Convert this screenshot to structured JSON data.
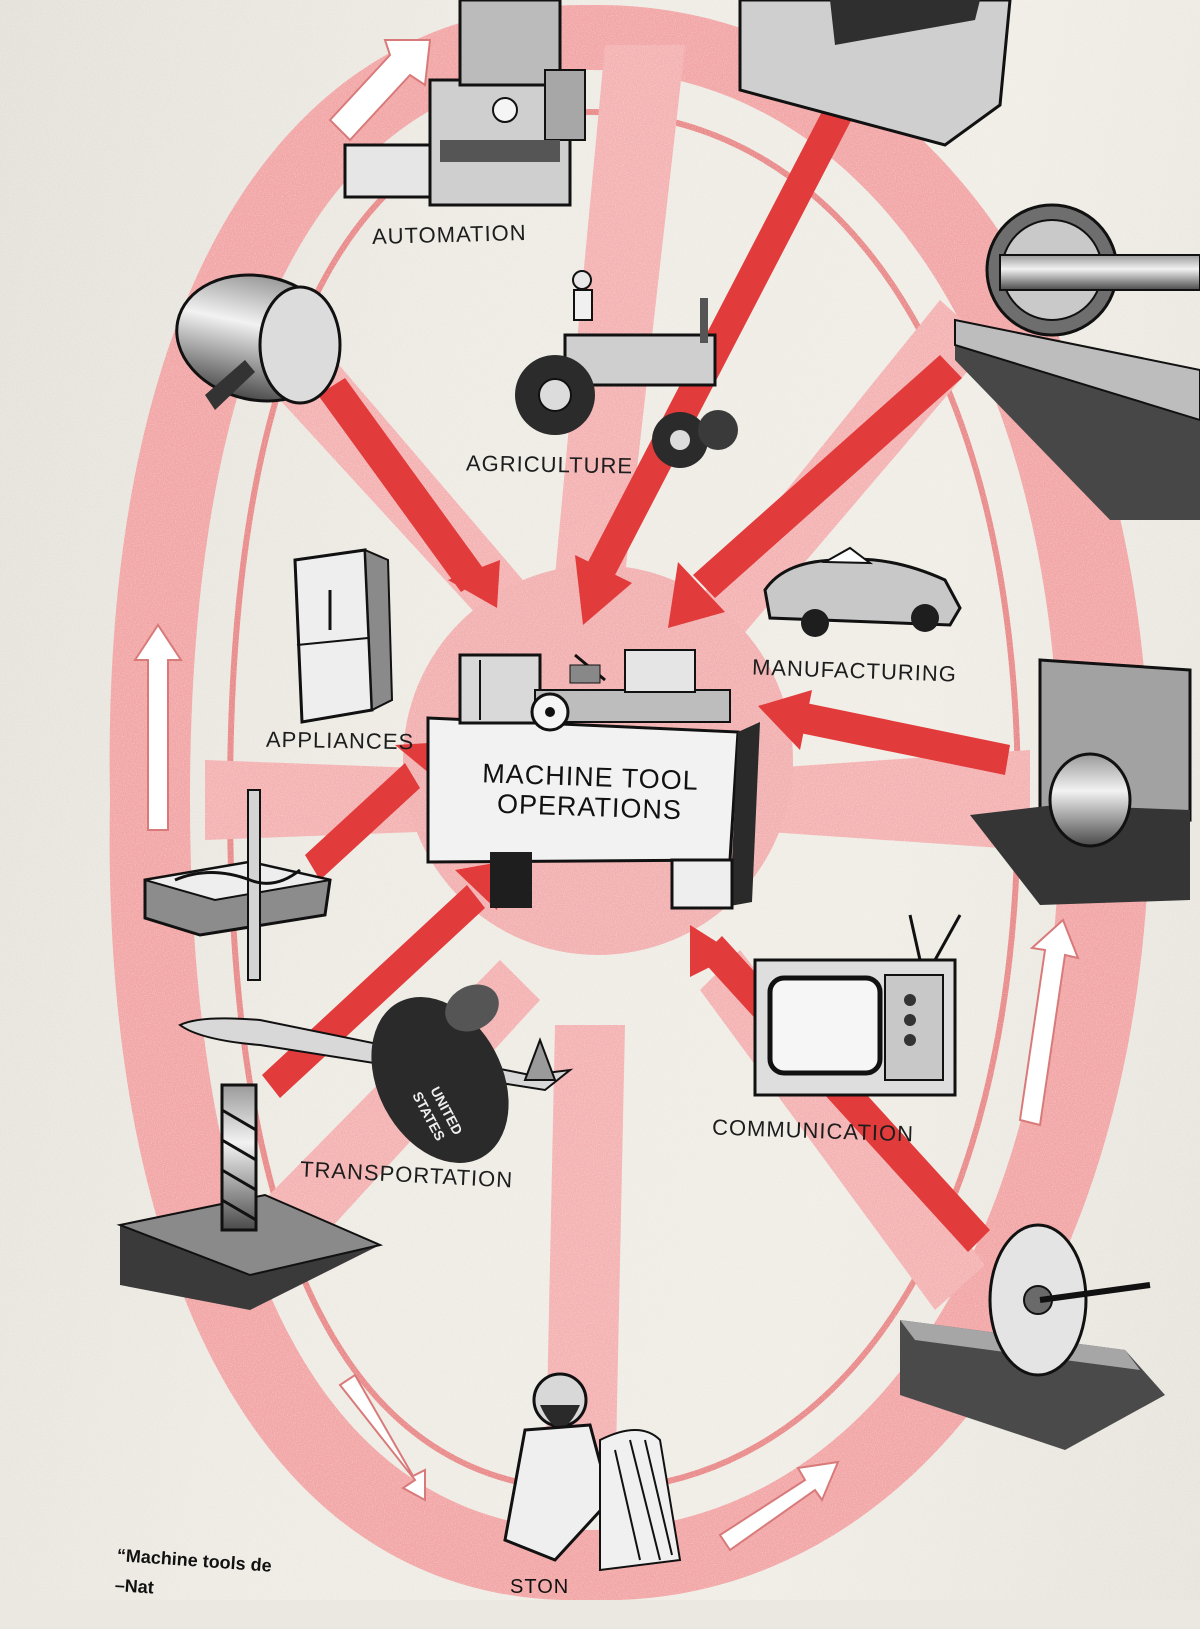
{
  "colors": {
    "accent_red": "#e23b3b",
    "wheel_pink": "#f2a6a6",
    "ink": "#1d1d1d"
  },
  "center": {
    "line1": "MACHINE TOOL",
    "line2": "OPERATIONS"
  },
  "labels": {
    "automation": "AUTOMATION",
    "agriculture": "AGRICULTURE",
    "manufacturing": "MANUFACTURING",
    "appliances": "APPLIANCES",
    "communication": "COMMUNICATION",
    "transportation": "TRANSPORTATION",
    "stone": "STON"
  },
  "caption": {
    "line1": "“Machine tools de",
    "line2": "–Nat"
  },
  "icons": [
    "milling-machine-icon",
    "tractor-icon",
    "car-icon",
    "refrigerator-icon",
    "television-icon",
    "airplane-icon",
    "rocket-icon",
    "lathe-icon",
    "caveman-icon",
    "drill-icon",
    "grinding-wheel-icon",
    "bandsaw-icon",
    "gear-cutter-icon",
    "boring-icon",
    "planer-icon",
    "shaper-icon"
  ]
}
